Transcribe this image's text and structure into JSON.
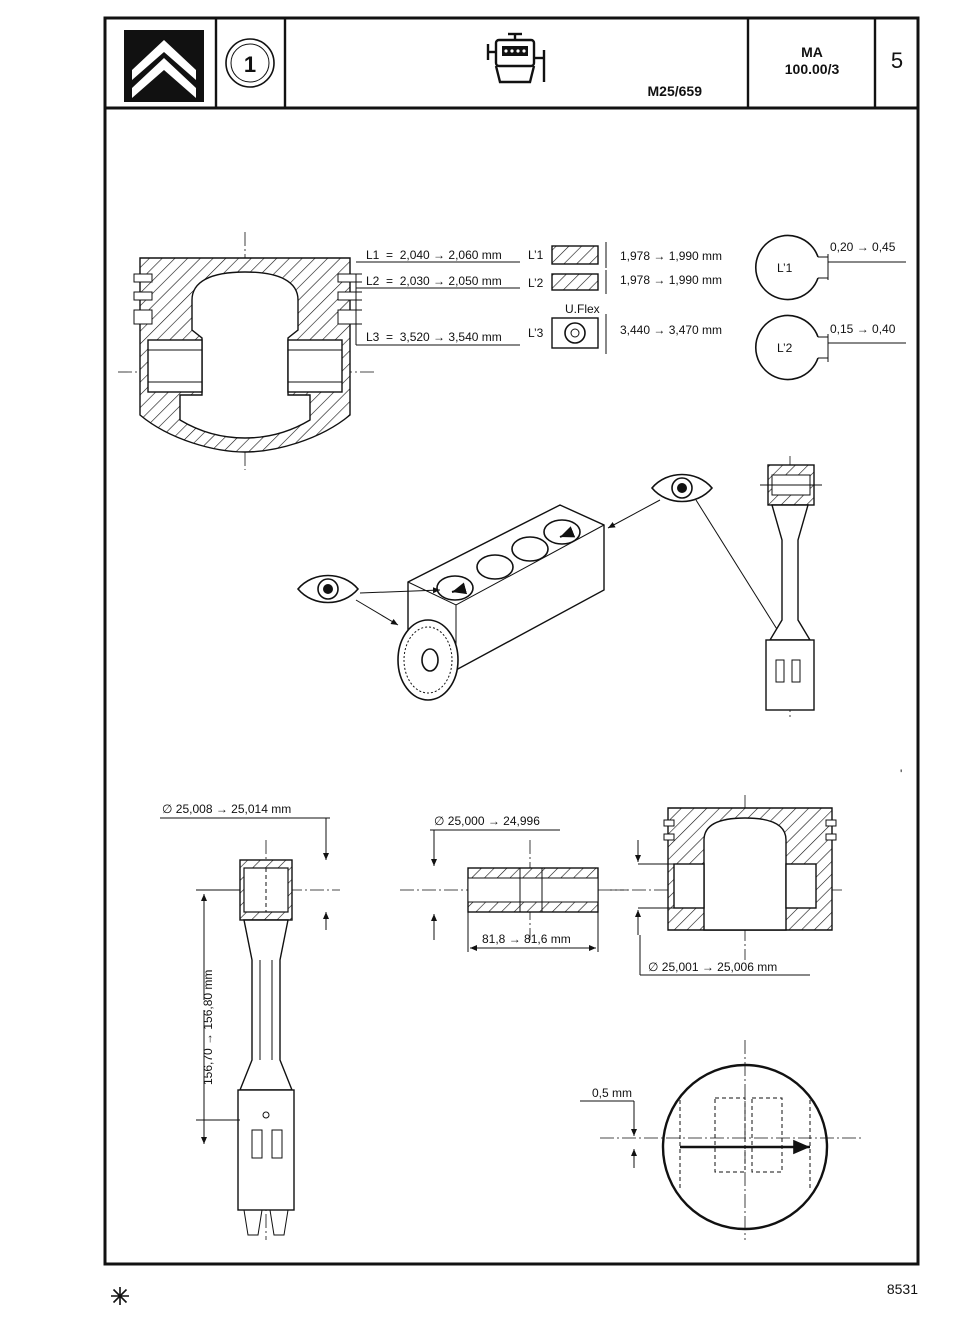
{
  "header": {
    "chapter_number": "1",
    "engine_code": "M25/659",
    "manual_code_line1": "MA",
    "manual_code_line2": "100.00/3",
    "page_number": "5"
  },
  "icons": {
    "brand_logo": "citroen-chevrons-logo",
    "engine_symbol": "engine-icon",
    "view_direction": "eye-icon",
    "footer_mark": "asterisk-icon"
  },
  "rings": {
    "l1": "L1  =  2,040 → 2,060 mm",
    "l2": "L2  =  2,030 → 2,050 mm",
    "l3": "L3  =  3,520 → 3,540 mm",
    "l1_ring_tag": "L’1",
    "l2_ring_tag": "L’2",
    "l3_ring_tag": "L’3",
    "ring_type": "U.Flex",
    "l1_ring_height": "1,978 → 1,990 mm",
    "l2_ring_height": "1,978 → 1,990 mm",
    "l3_ring_height": "3,440 → 3,470 mm",
    "gap1_label": "L’1",
    "gap1_value": "0,20 → 0,45",
    "gap2_label": "L’2",
    "gap2_value": "0,15 → 0,40"
  },
  "rod": {
    "small_end_bore": "∅ 25,008 → 25,014 mm",
    "centre_distance": "156,70 → 156,80 mm"
  },
  "pin": {
    "diameter": "∅ 25,000 → 24,996",
    "length": "81,8 → 81,6 mm"
  },
  "piston": {
    "bore": "∅ 25,001 → 25,006 mm",
    "offset": "0,5 mm"
  },
  "footer": {
    "code": "8531"
  }
}
